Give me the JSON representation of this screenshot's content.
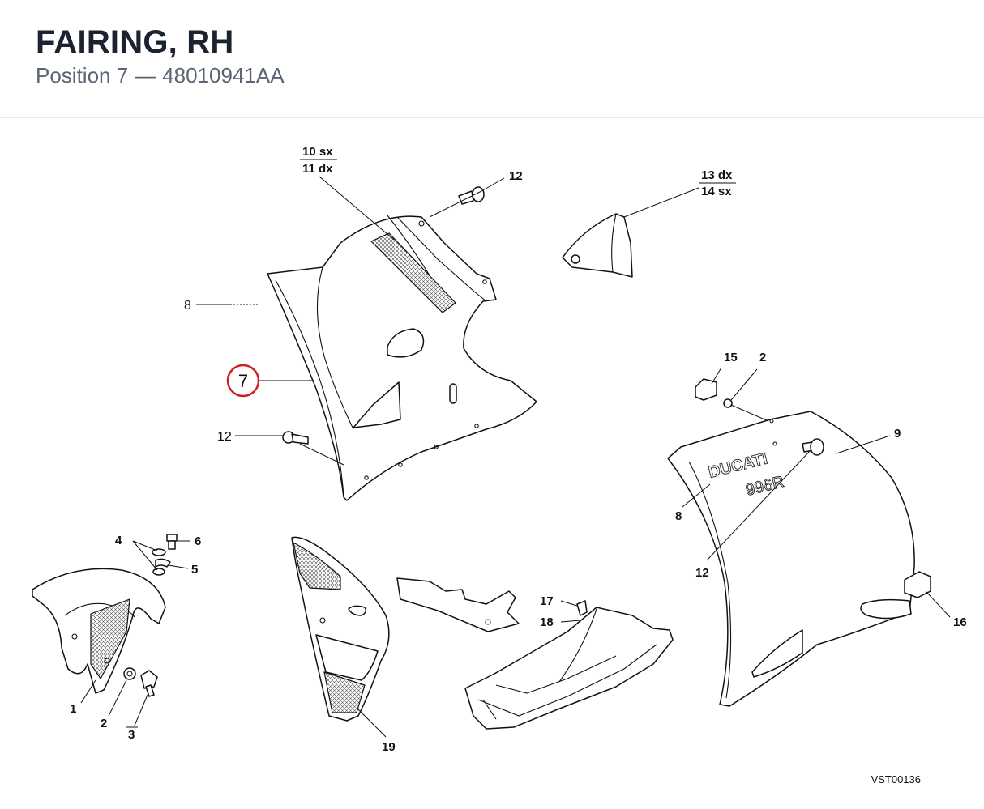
{
  "header": {
    "title": "FAIRING, RH",
    "subtitle_position": "Position 7",
    "subtitle_separator": "—",
    "subtitle_part_number": "48010941AA"
  },
  "diagram": {
    "highlight_color": "#d0202a",
    "highlighted_callout": "7",
    "callouts": {
      "c10": "10 sx",
      "c11": "11 dx",
      "c12a": "12",
      "c13": "13 dx",
      "c14": "14 sx",
      "c8a": "8",
      "c7": "7",
      "c12b": "12",
      "c15": "15",
      "c2a": "2",
      "c9": "9",
      "c8b": "8",
      "c12c": "12",
      "c4": "4",
      "c6": "6",
      "c5": "5",
      "c1": "1",
      "c2b": "2",
      "c3": "3",
      "c17": "17",
      "c18": "18",
      "c16": "16",
      "c19": "19"
    },
    "decal_text_big": "DUCATI",
    "decal_text_model": "996R",
    "reference_code": "VST00136"
  }
}
